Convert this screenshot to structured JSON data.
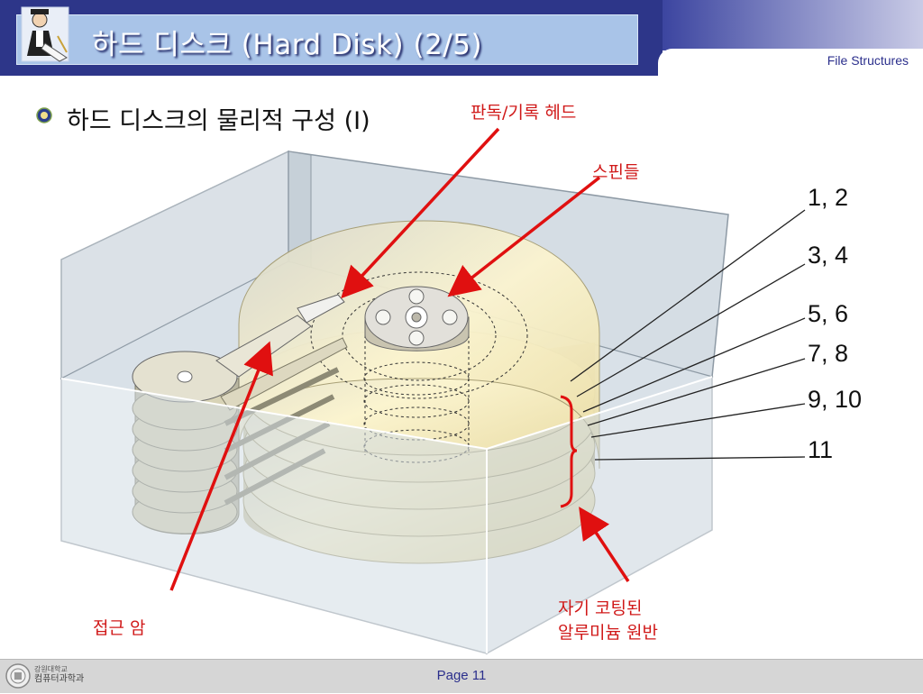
{
  "header": {
    "title": "하드 디스크 (Hard Disk) (2/5)",
    "course": "File Structures"
  },
  "subtitle": "하드 디스크의 물리적 구성 (I)",
  "diagram": {
    "labels": {
      "head": "판독/기록 헤드",
      "spindle": "스핀들",
      "arm": "접근 암",
      "platter_line1": "자기 코팅된",
      "platter_line2": "알루미늄 원반"
    },
    "surface_numbers": [
      "1, 2",
      "3, 4",
      "5, 6",
      "7, 8",
      "9, 10",
      "11"
    ]
  },
  "footer": {
    "page": "Page 11",
    "logo_text_line1": "강원대학교",
    "logo_text_line2": "컴퓨터과학과"
  },
  "colors": {
    "header_blue": "#2d3689",
    "title_box": "#a9c4e8",
    "annotation_red": "#d01818",
    "footer_gray": "#d6d6d6"
  }
}
